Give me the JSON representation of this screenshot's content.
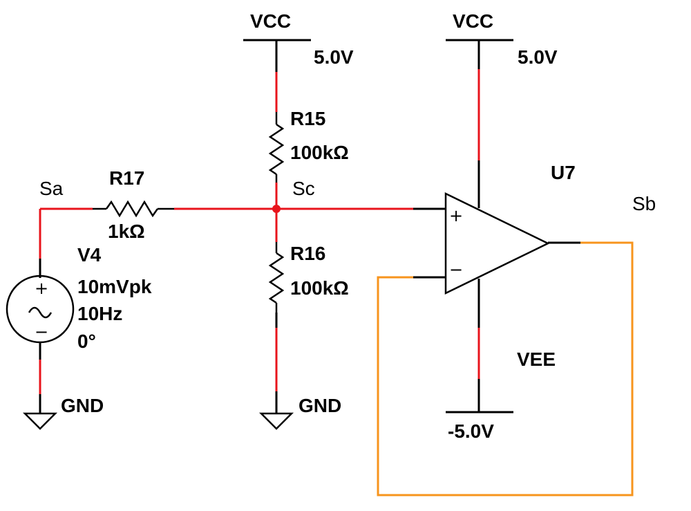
{
  "nets": {
    "sa": "Sa",
    "sb": "Sb",
    "sc": "Sc"
  },
  "supplies": {
    "vcc_left_name": "VCC",
    "vcc_left_value": "5.0V",
    "vcc_right_name": "VCC",
    "vcc_right_value": "5.0V",
    "vee_name": "VEE",
    "vee_value": "-5.0V",
    "gnd_left": "GND",
    "gnd_mid": "GND"
  },
  "components": {
    "r17": {
      "ref": "R17",
      "value": "1kΩ"
    },
    "r15": {
      "ref": "R15",
      "value": "100kΩ"
    },
    "r16": {
      "ref": "R16",
      "value": "100kΩ"
    },
    "v4": {
      "ref": "V4",
      "amplitude": "10mVpk",
      "frequency": "10Hz",
      "phase": "0°"
    },
    "u7": {
      "ref": "U7",
      "plus": "+",
      "minus": "−"
    }
  },
  "source_signs": {
    "plus": "+",
    "minus": "−"
  },
  "colors": {
    "wire": "#000000",
    "wire_highlight": "#e8141c",
    "feedback_wire": "#f7941d",
    "junction": "#e8141c"
  }
}
